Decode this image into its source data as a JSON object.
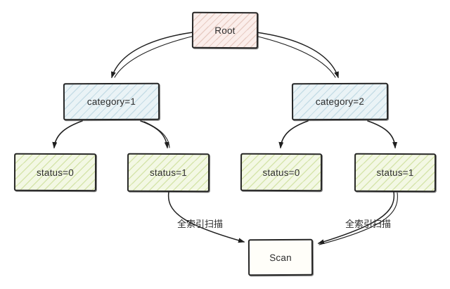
{
  "diagram": {
    "background": "#ffffff",
    "nodes": [
      {
        "id": "root",
        "label": "Root",
        "fill": "#fbeeeb"
      },
      {
        "id": "category1",
        "label": "category=1",
        "fill": "#eaf3f6"
      },
      {
        "id": "category2",
        "label": "category=2",
        "fill": "#eaf3f6"
      },
      {
        "id": "status0-left",
        "label": "status=0",
        "fill": "#f3f8e4"
      },
      {
        "id": "status1-left",
        "label": "status=1",
        "fill": "#f3f8e4"
      },
      {
        "id": "status0-right",
        "label": "status=0",
        "fill": "#f3f8e4"
      },
      {
        "id": "status1-right",
        "label": "status=1",
        "fill": "#f3f8e4"
      },
      {
        "id": "scan",
        "label": "Scan",
        "fill": "#fffef9"
      }
    ],
    "edges": [
      {
        "from": "root",
        "to": "category1",
        "label": ""
      },
      {
        "from": "root",
        "to": "category2",
        "label": ""
      },
      {
        "from": "category1",
        "to": "status0-left",
        "label": ""
      },
      {
        "from": "category1",
        "to": "status1-left",
        "label": ""
      },
      {
        "from": "category2",
        "to": "status0-right",
        "label": ""
      },
      {
        "from": "category2",
        "to": "status1-right",
        "label": ""
      },
      {
        "from": "status1-left",
        "to": "scan",
        "label": "全索引扫描"
      },
      {
        "from": "status1-right",
        "to": "scan",
        "label": "全索引扫描"
      }
    ],
    "colors": {
      "stroke": "#262626",
      "text": "#2d2d2d",
      "root_fill": "#fbeeeb",
      "root_hatch": "#e8cdc5",
      "category_fill": "#eaf3f6",
      "category_hatch": "#c6dde6",
      "status_fill": "#f3f8e4",
      "status_hatch": "#d6e5ac",
      "scan_fill": "#fffef9"
    }
  }
}
